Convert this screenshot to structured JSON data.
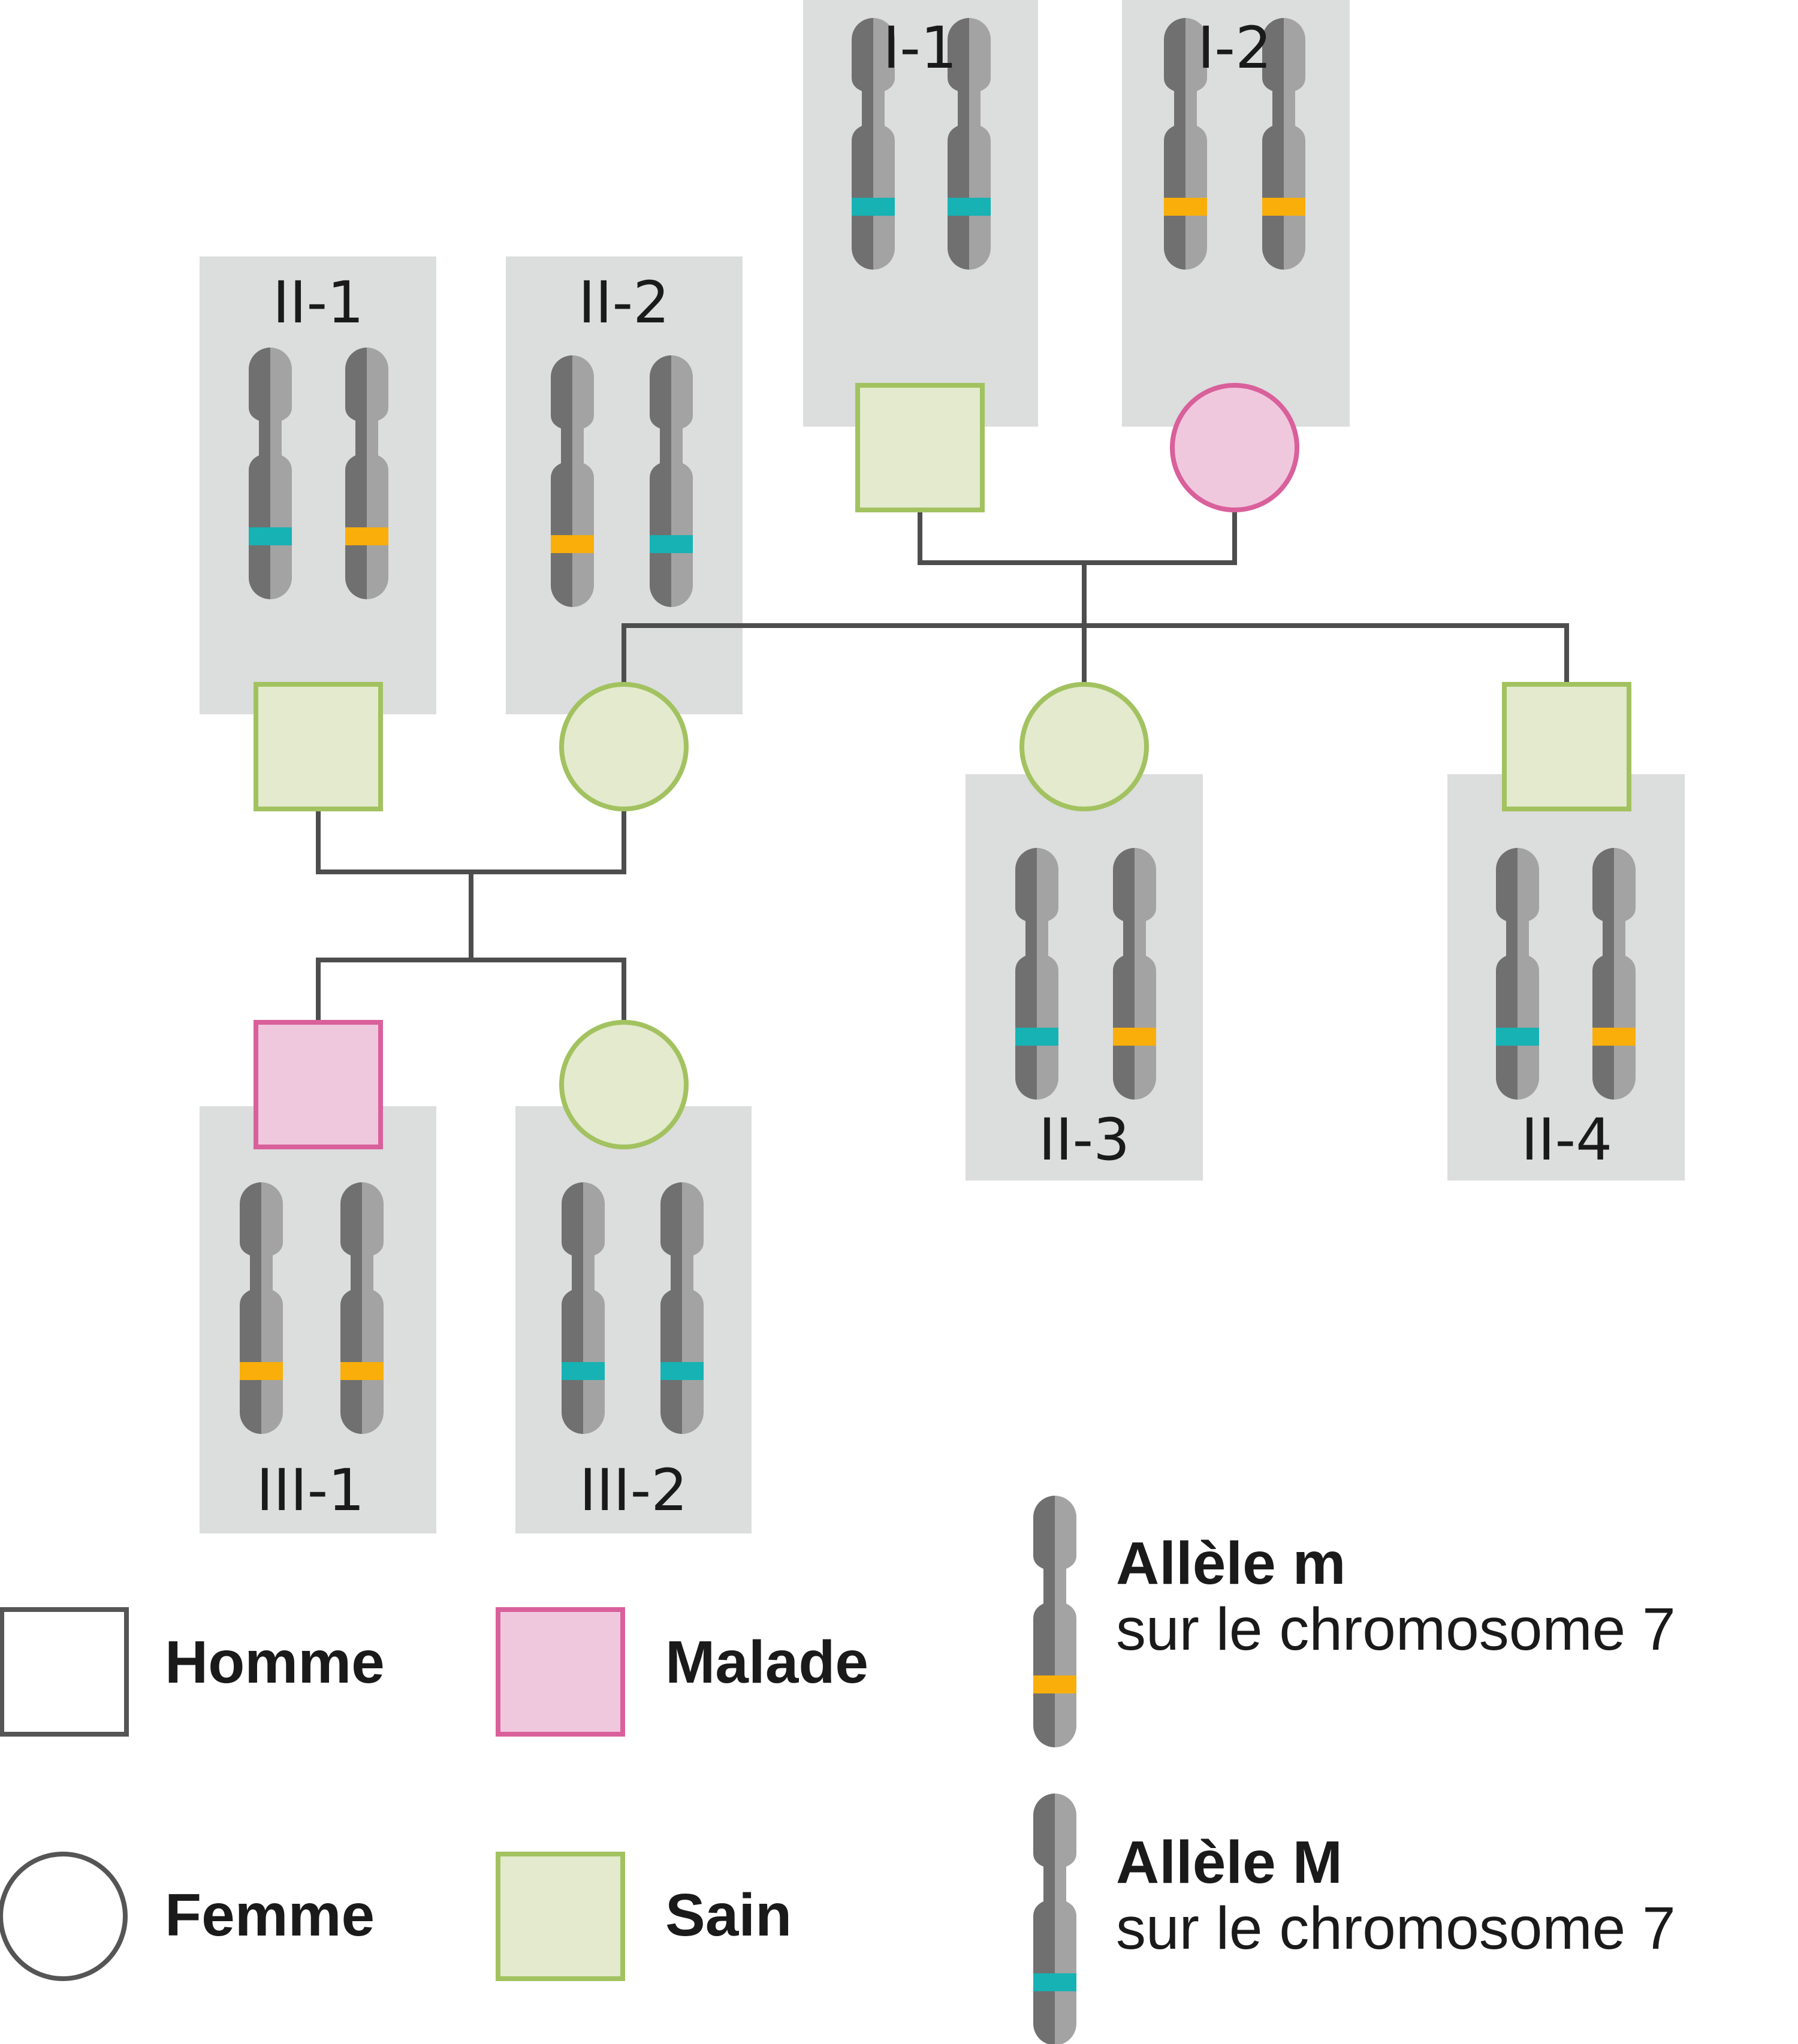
{
  "colors": {
    "panel": "#dcdddd",
    "line": "#4d4d4d",
    "chrom_dark": "#707070",
    "chrom_light": "#a3a3a3",
    "allele_M": "#17b2b4",
    "allele_m": "#f9ae0a",
    "healthy_fill": "#e3eacd",
    "healthy_stroke": "#a2c260",
    "sick_fill": "#f0c8de",
    "sick_stroke": "#d9609b",
    "symbol_stroke": "#555555"
  },
  "individuals": [
    {
      "id": "I-1",
      "sex": "male",
      "status": "healthy",
      "alleles": [
        "M",
        "M"
      ]
    },
    {
      "id": "I-2",
      "sex": "female",
      "status": "sick",
      "alleles": [
        "m",
        "m"
      ]
    },
    {
      "id": "II-1",
      "sex": "male",
      "status": "healthy",
      "alleles": [
        "M",
        "m"
      ]
    },
    {
      "id": "II-2",
      "sex": "female",
      "status": "healthy",
      "alleles": [
        "m",
        "M"
      ]
    },
    {
      "id": "II-3",
      "sex": "female",
      "status": "healthy",
      "alleles": [
        "M",
        "m"
      ]
    },
    {
      "id": "II-4",
      "sex": "male",
      "status": "healthy",
      "alleles": [
        "M",
        "m"
      ]
    },
    {
      "id": "III-1",
      "sex": "male",
      "status": "sick",
      "alleles": [
        "m",
        "m"
      ]
    },
    {
      "id": "III-2",
      "sex": "female",
      "status": "healthy",
      "alleles": [
        "M",
        "M"
      ]
    }
  ],
  "legend": {
    "male": "Homme",
    "female": "Femme",
    "sick": "Malade",
    "healthy": "Sain",
    "allele_m_title": "Allèle m",
    "allele_m_desc": "sur le chromosome 7",
    "allele_M_title": "Allèle M",
    "allele_M_desc": "sur le chromosome 7"
  }
}
